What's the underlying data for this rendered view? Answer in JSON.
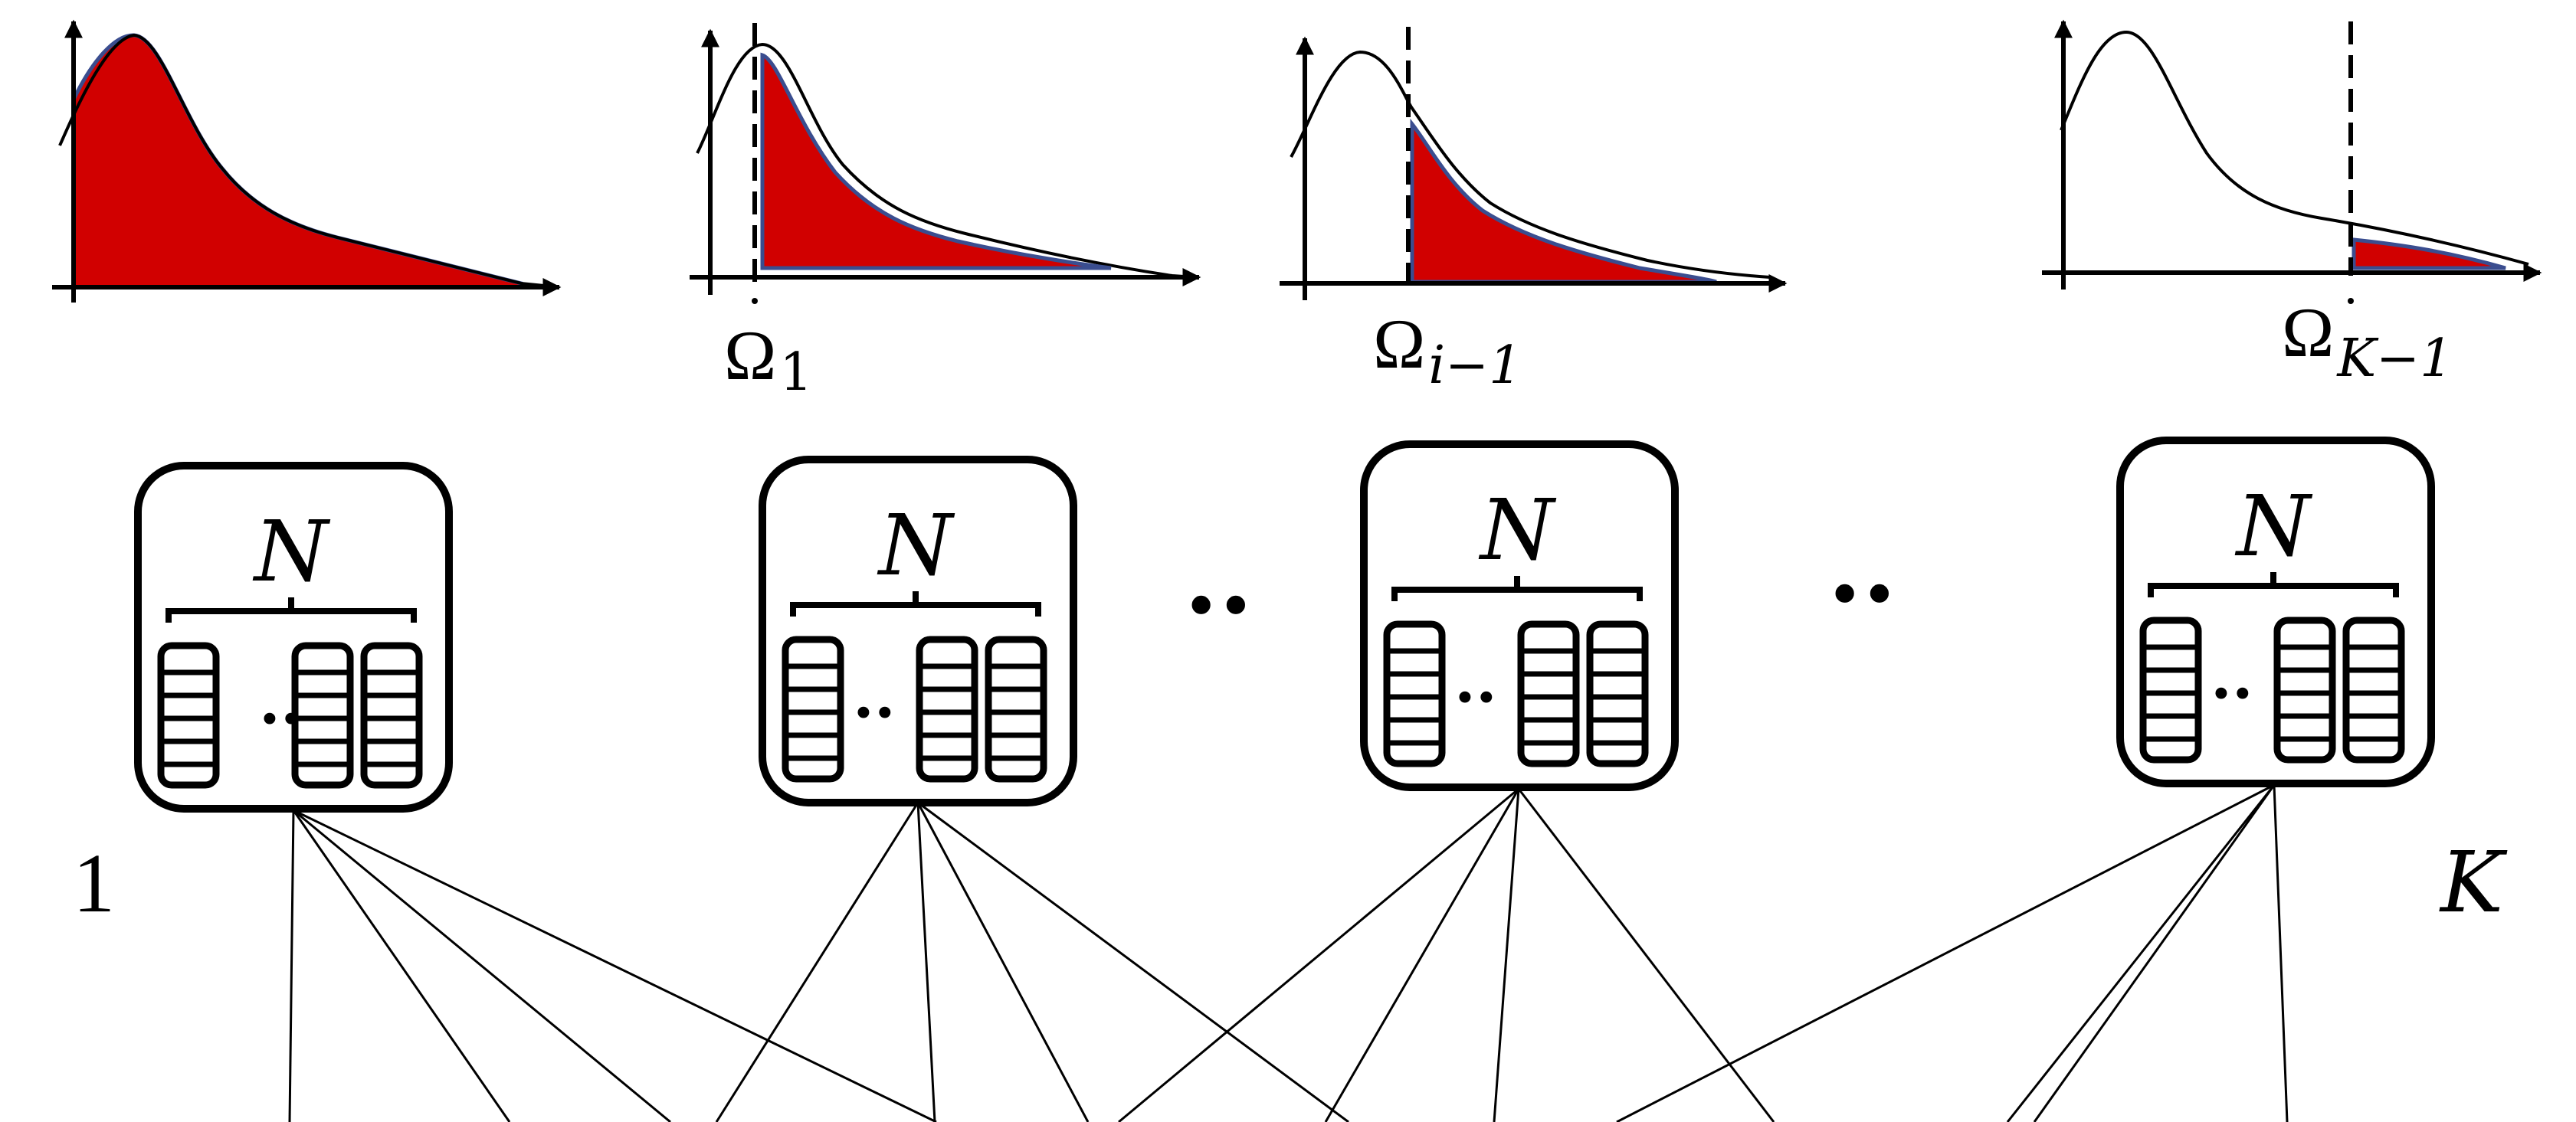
{
  "colors": {
    "fill": "#d10000",
    "fill_outline": "#3a4d8f",
    "stroke": "#000000",
    "background": "#ffffff"
  },
  "threshold_labels": {
    "omega_1": {
      "base": "Ω",
      "sub": "1"
    },
    "omega_i": {
      "base": "Ω",
      "sub": "i−1"
    },
    "omega_k": {
      "base": "Ω",
      "sub": "K−1"
    }
  },
  "node_label": "N",
  "ellipsis": "··",
  "group_labels": {
    "first": "1",
    "last": "K"
  }
}
